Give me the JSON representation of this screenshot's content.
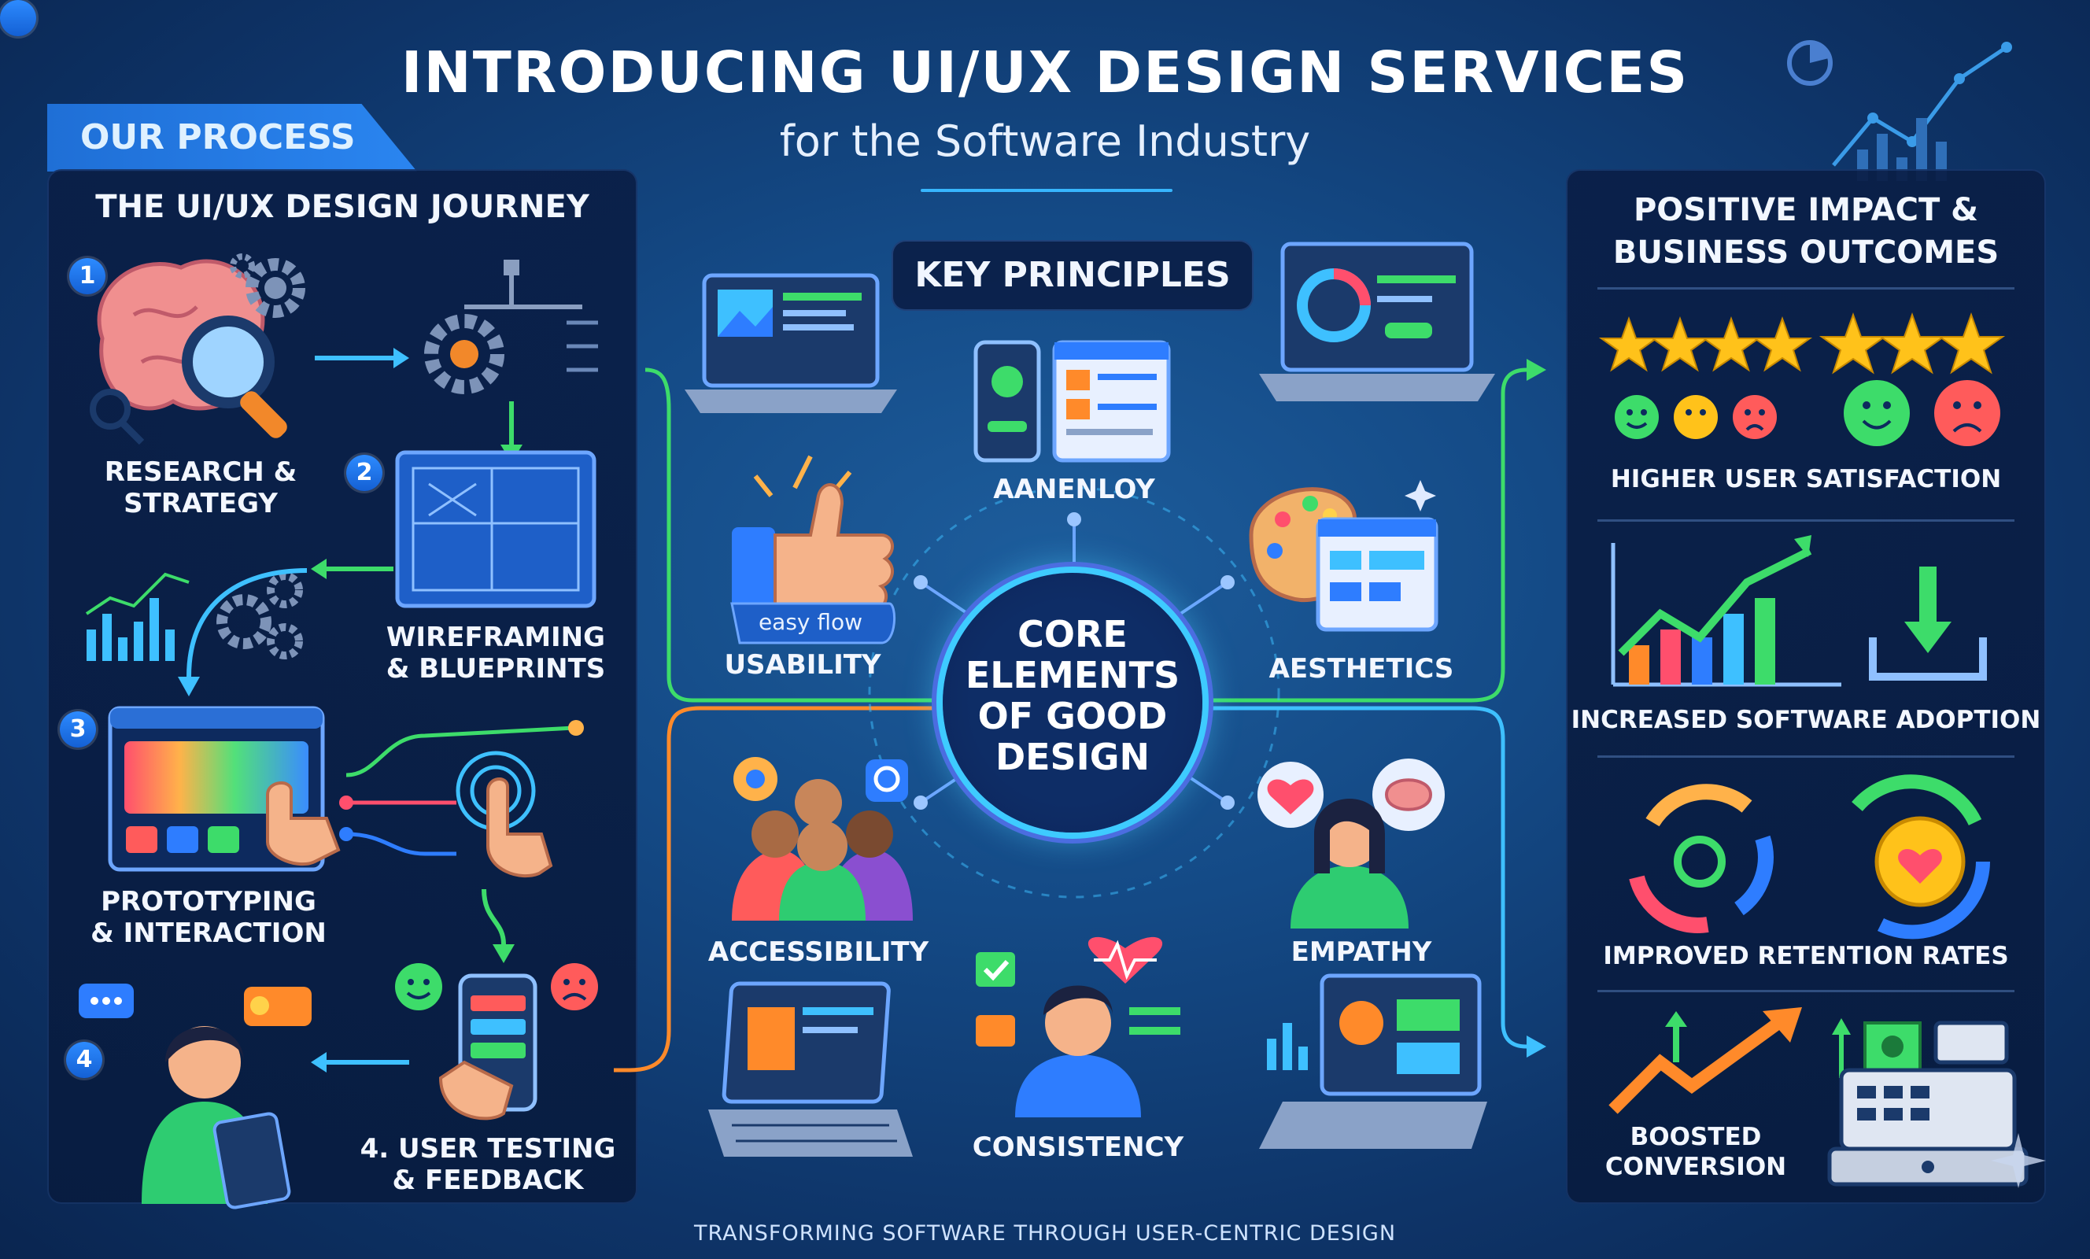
{
  "header": {
    "title": "INTRODUCING UI/UX DESIGN SERVICES",
    "subtitle": "for the Software Industry"
  },
  "process_tag": "OUR PROCESS",
  "journey": {
    "title": "THE UI/UX DESIGN JOURNEY",
    "steps": [
      {
        "number": "1",
        "label_line1": "RESEARCH &",
        "label_line2": "STRATEGY"
      },
      {
        "number": "2",
        "label_line1": "WIREFRAMING",
        "label_line2": "& BLUEPRINTS"
      },
      {
        "number": "3",
        "label_line1": "PROTOTYPING",
        "label_line2": "& INTERACTION"
      },
      {
        "number": "4",
        "label_line1": "4. USER TESTING",
        "label_line2": "& FEEDBACK"
      }
    ]
  },
  "principles": {
    "title": "KEY PRINCIPLES",
    "core_line1": "CORE",
    "core_line2": "ELEMENTS",
    "core_line3": "OF GOOD",
    "core_line4": "DESIGN",
    "usability": "USABILITY",
    "easy_flow": "easy flow",
    "top_label": "AANENLOY",
    "aesthetics": "AESTHETICS",
    "accessibility": "ACCESSIBILITY",
    "empathy": "EMPATHY",
    "consistency": "CONSISTENCY"
  },
  "outcomes": {
    "title_line1": "POSITIVE IMPACT &",
    "title_line2": "BUSINESS OUTCOMES",
    "items": [
      {
        "label": "HIGHER USER SATISFACTION"
      },
      {
        "label": "INCREASED SOFTWARE ADOPTION"
      },
      {
        "label": "IMPROVED RETENTION RATES"
      },
      {
        "label_line1": "BOOSTED",
        "label_line2": "CONVERSION"
      }
    ]
  },
  "footer": "TRANSFORMING SOFTWARE THROUGH USER-CENTRIC DESIGN",
  "colors": {
    "accent_blue": "#2a85f0",
    "glow_cyan": "#3ecbff",
    "arrow_green": "#3ddc6a",
    "arrow_orange": "#ff8a2a",
    "star_gold": "#ffc21a"
  }
}
